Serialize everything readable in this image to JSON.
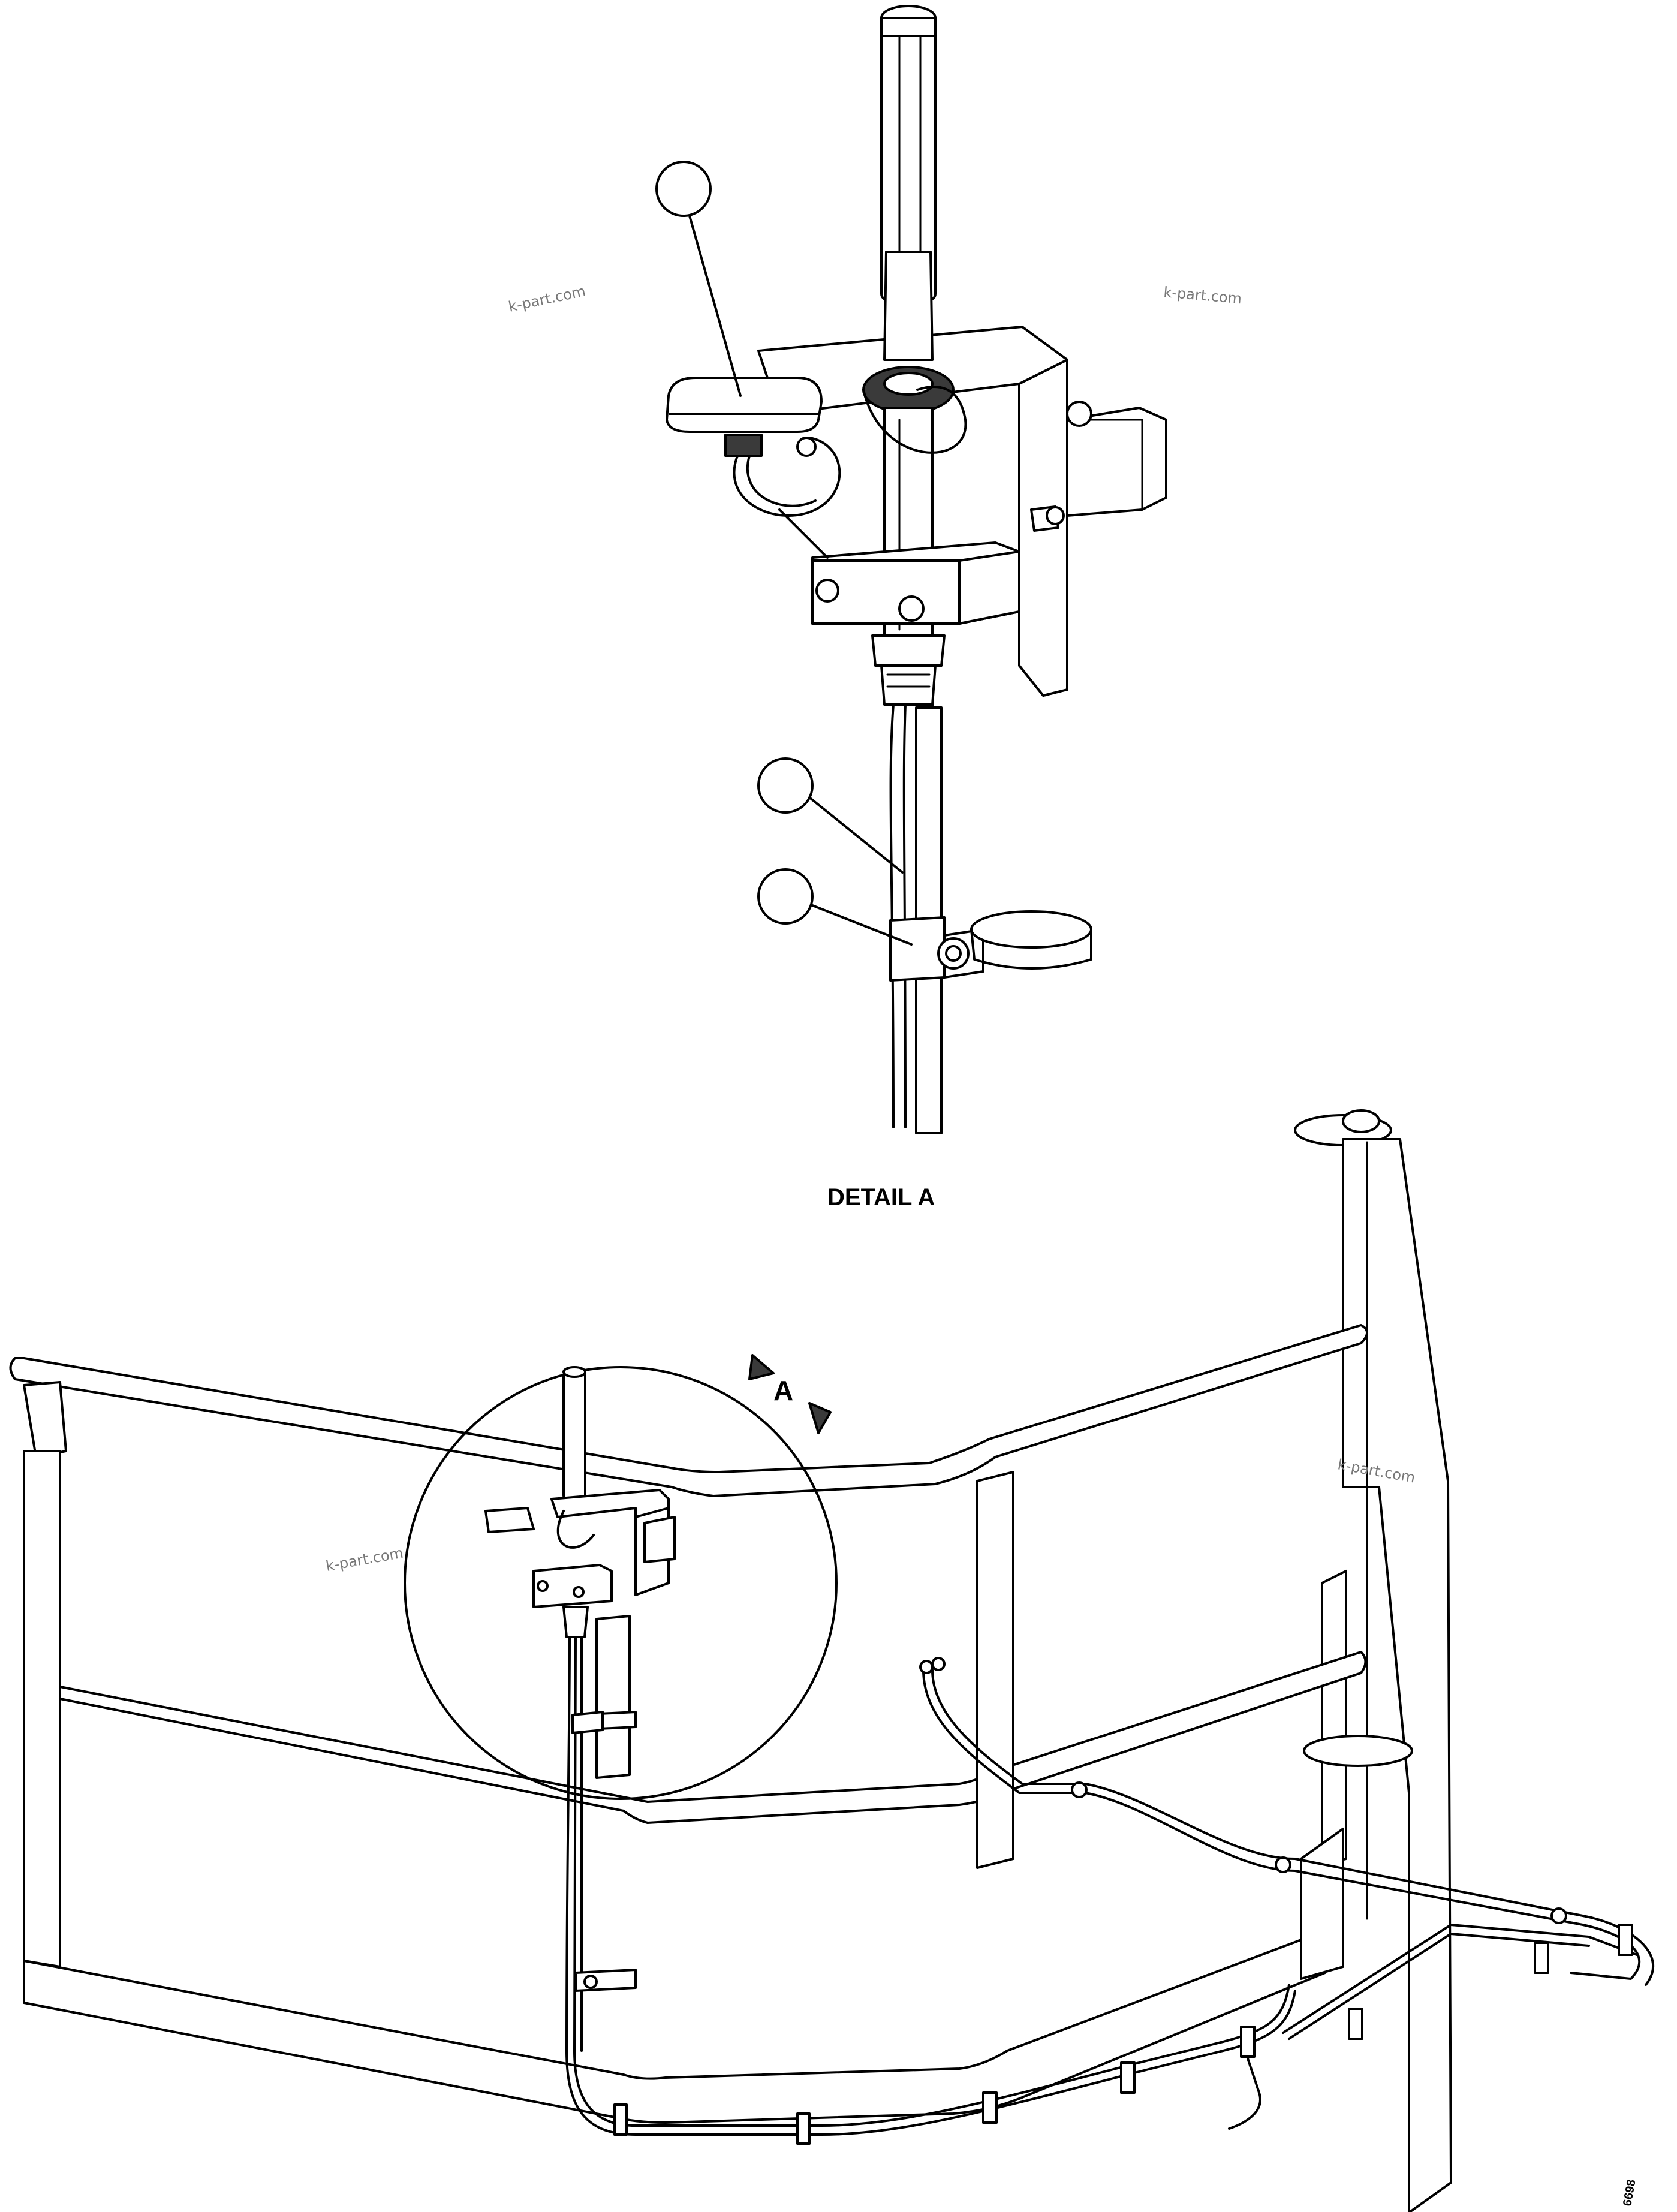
{
  "detail_label": "DETAIL A",
  "view_letter": "A",
  "watermarks": [
    "k-part.com",
    "k-part.com",
    "k-part.com",
    "k-part.com"
  ],
  "drawing_number": "6698",
  "callouts": [
    {
      "label": ""
    },
    {
      "label": ""
    },
    {
      "label": ""
    }
  ]
}
